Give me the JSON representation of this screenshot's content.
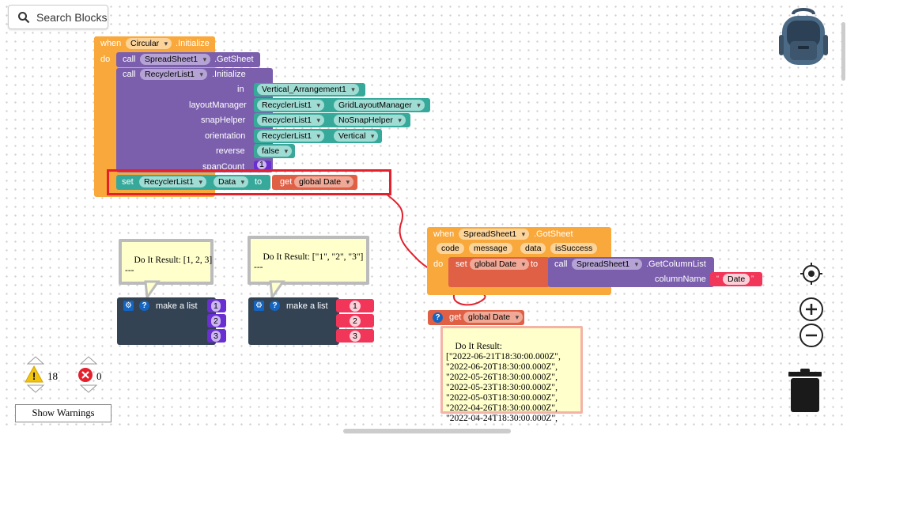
{
  "search": {
    "label": "Search Blocks"
  },
  "init_block": {
    "when": "when",
    "component": "Circular",
    "event": ".Initialize",
    "do": "do",
    "call1": "call",
    "call1_comp": "SpreadSheet1",
    "call1_method": ".GetSheet",
    "call2": "call",
    "call2_comp": "RecyclerList1",
    "call2_method": ".Initialize",
    "params": [
      {
        "name": "in",
        "value": "Vertical_Arrangement1"
      },
      {
        "name": "layoutManager",
        "value": "RecyclerList1",
        "value2": "GridLayoutManager"
      },
      {
        "name": "snapHelper",
        "value": "RecyclerList1",
        "value2": "NoSnapHelper"
      },
      {
        "name": "orientation",
        "value": "RecyclerList1",
        "value2": "Vertical"
      },
      {
        "name": "reverse",
        "value": "false"
      },
      {
        "name": "spanCount",
        "value": "1"
      }
    ],
    "set": "set",
    "set_comp": "RecyclerList1",
    "set_prop": "Data",
    "to": "to",
    "get": "get",
    "get_var": "global Date"
  },
  "gotsheet_block": {
    "when": "when",
    "component": "SpreadSheet1",
    "event": ".GotSheet",
    "params": [
      "code",
      "message",
      "data",
      "isSuccess"
    ],
    "do": "do",
    "set": "set",
    "set_var": "global Date",
    "to": "to",
    "call": "call",
    "call_comp": "SpreadSheet1",
    "call_method": ".GetColumnList",
    "param": "columnName",
    "param_value": "Date"
  },
  "get_block": {
    "get": "get",
    "var": "global Date"
  },
  "list1": {
    "label": "make a list",
    "items": [
      "1",
      "2",
      "3"
    ],
    "result": "Do It Result: [1, 2, 3]\n---"
  },
  "list2": {
    "label": "make a list",
    "items": [
      "1",
      "2",
      "3"
    ],
    "result": "Do It Result: [\"1\", \"2\", \"3\"]\n---"
  },
  "date_result": {
    "text": "Do It Result:\n[\"2022-06-21T18:30:00.000Z\",\n\"2022-06-20T18:30:00.000Z\",\n\"2022-05-26T18:30:00.000Z\",\n\"2022-05-23T18:30:00.000Z\",\n\"2022-05-03T18:30:00.000Z\",\n\"2022-04-26T18:30:00.000Z\",\n\"2022-04-24T18:30:00.000Z\","
  },
  "warnings": {
    "count": "18",
    "errors": "0",
    "button": "Show Warnings"
  },
  "colors": {
    "highlight": "#e3202c",
    "event": "#f9a83b",
    "procedure": "#7b5fad",
    "component": "#37a99b",
    "variable": "#e06046",
    "list": "#344354",
    "text": "#f2365a",
    "number": "#6a2fd0"
  }
}
